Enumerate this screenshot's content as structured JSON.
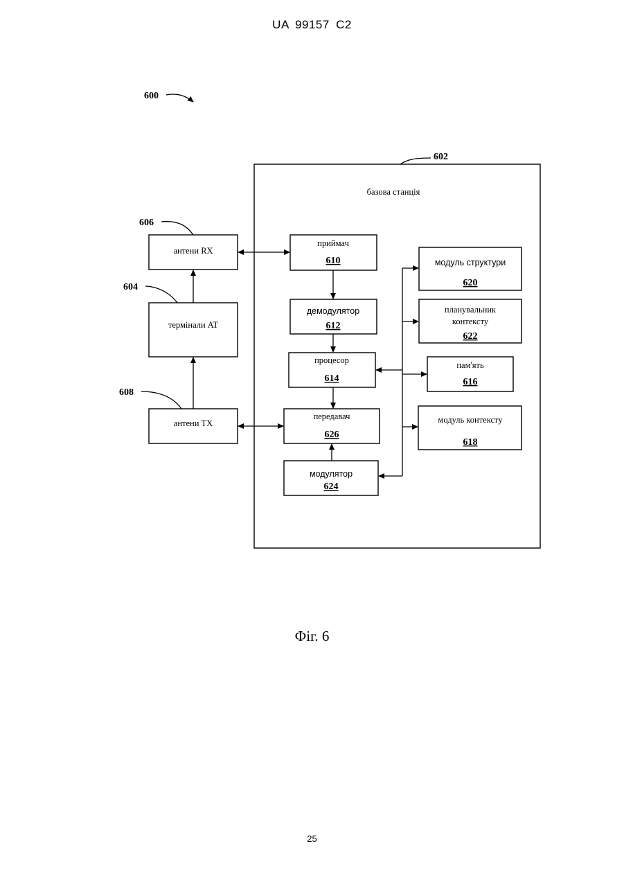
{
  "header": {
    "text": "UA   99157   C2"
  },
  "footer": {
    "page_number": "25"
  },
  "figure": {
    "caption": "Фіг. 6",
    "ref_main": "600",
    "ref_station": "602",
    "station_label": "базова станція",
    "ref_rx": "606",
    "ref_terminals": "604",
    "ref_tx": "608",
    "blocks": {
      "rx_antennas": {
        "label": "антени RX"
      },
      "terminals": {
        "label": "термінали AT"
      },
      "tx_antennas": {
        "label": "антени TX"
      },
      "receiver": {
        "label": "приймач",
        "number": "610"
      },
      "demodulator": {
        "label": "демодулятор",
        "number": "612"
      },
      "processor": {
        "label": "процесор",
        "number": "614"
      },
      "transmitter": {
        "label": "передавач",
        "number": "626"
      },
      "modulator": {
        "label": "модулятор",
        "number": "624"
      },
      "structure_module": {
        "label": "модуль структури",
        "number": "620"
      },
      "context_scheduler": {
        "label_line1": "планувальник",
        "label_line2": "контексту",
        "number": "622"
      },
      "memory": {
        "label": "пам'ять",
        "number": "616"
      },
      "context_module": {
        "label": "модуль контексту",
        "number": "618"
      }
    }
  }
}
